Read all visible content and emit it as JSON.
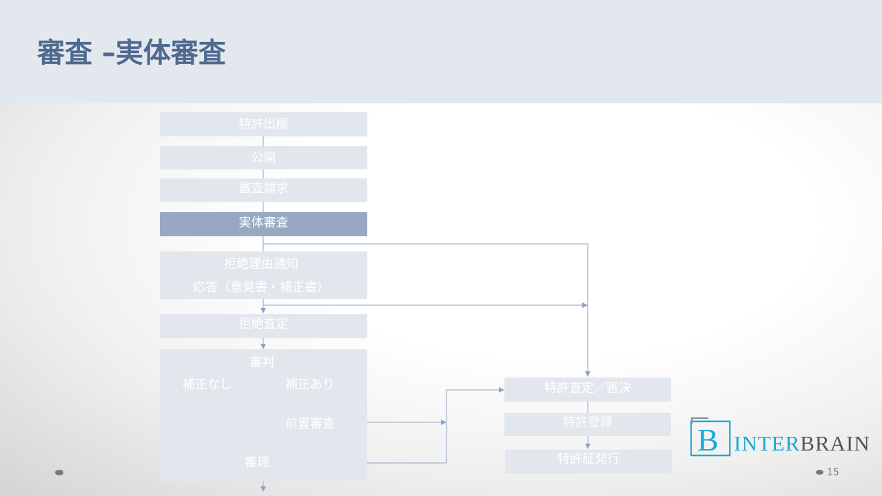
{
  "title": "審査 –実体審査",
  "flow": {
    "application": "特許出願",
    "publication": "公開",
    "exam_request": "審査請求",
    "substantive_exam": "実体審査",
    "rejection_notice": "拒絶理由通知",
    "response": "応答（意見書・補正書）",
    "final_rejection": "拒絶査定",
    "appeal": "審判",
    "no_amendment": "補正なし",
    "with_amendment": "補正あり",
    "pre_examination": "前置審査",
    "appeal_examination": "審理",
    "grant_decision": "特許査定／審決",
    "registration": "特許登録",
    "certificate": "特許証発行"
  },
  "logo": {
    "part1": "INTER",
    "part2": "BRAIN"
  },
  "page_number": "15",
  "colors": {
    "accent": "#4e6a8e",
    "box": "#e2e7ee",
    "active": "#97a9c2",
    "line": "#8fa3bf"
  }
}
